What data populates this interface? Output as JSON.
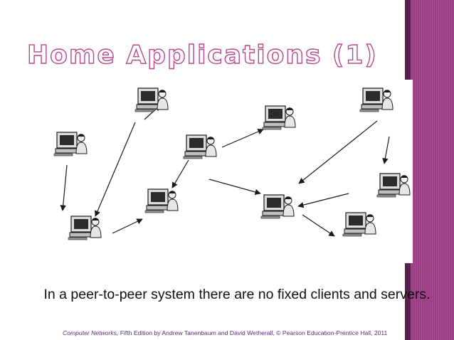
{
  "slide": {
    "title": "Home Applications (1)",
    "caption": "In a peer-to-peer system there are no fixed clients and servers.",
    "footer": {
      "book_title": "Computer Networks,",
      "rest": " Fifth Edition by Andrew Tanenbaum and David Wetherall, © Pearson Education-Prentice Hall, 2011"
    }
  },
  "colors": {
    "accent": "#a2408b",
    "accent_dark": "#5b1f4d",
    "title_outline": "#b6498c",
    "footer_text": "#5a2a76"
  },
  "figure": {
    "description_icon": "peer-to-peer-network-diagram",
    "peer_count": 10
  }
}
